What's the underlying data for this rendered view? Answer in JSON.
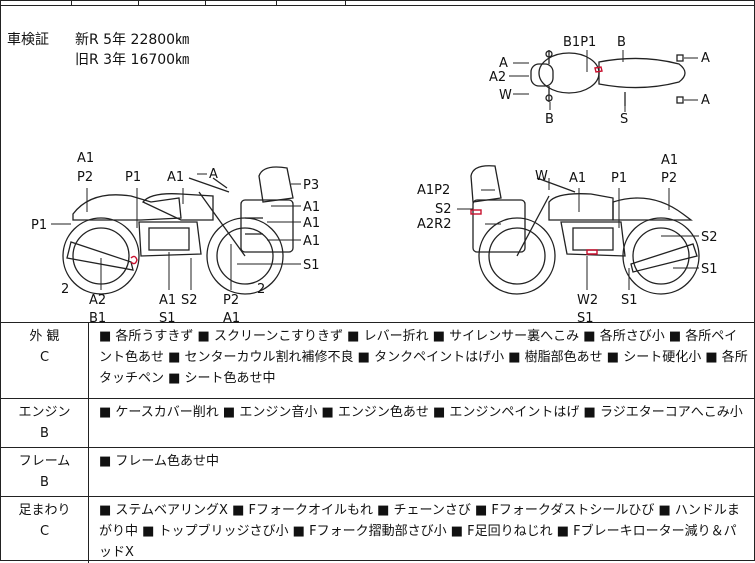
{
  "registration": {
    "label": "車検証",
    "line1": "新R 5年 22800㎞",
    "line2": "旧R 3年 16700㎞"
  },
  "top_view_labels": [
    "A",
    "A2",
    "W",
    "B1P1",
    "B",
    "A",
    "A",
    "B",
    "S"
  ],
  "left_view_labels": [
    "A1",
    "P2",
    "P1",
    "A1",
    "A",
    "P3",
    "P1",
    "A1",
    "A1",
    "A1",
    "S1",
    "2",
    "2",
    "A2",
    "B1",
    "A1",
    "S1",
    "S2",
    "P2",
    "A1"
  ],
  "right_view_labels": [
    "A1P2",
    "S2",
    "A2R2",
    "W",
    "A1",
    "P1",
    "A1",
    "P2",
    "S2",
    "S1",
    "W2",
    "S1",
    "S1"
  ],
  "sections": [
    {
      "name": "外 観",
      "grade": "C",
      "text": "■ 各所うすきず ■ スクリーンこすりきず ■ レバー折れ ■ サイレンサー裏へこみ ■ 各所さび小 ■ 各所ペイント色あせ ■ センターカウル割れ補修不良 ■ タンクペイントはげ小 ■ 樹脂部色あせ ■ シート硬化小 ■ 各所タッチペン ■ シート色あせ中"
    },
    {
      "name": "エンジン",
      "grade": "B",
      "text": "■ ケースカバー削れ ■ エンジン音小 ■ エンジン色あせ ■ エンジンペイントはげ ■ ラジエターコアへこみ小"
    },
    {
      "name": "フレーム",
      "grade": "B",
      "text": "■ フレーム色あせ中"
    },
    {
      "name": "足まわり",
      "grade": "C",
      "text": "■ ステムベアリングX ■ Fフォークオイルもれ ■ チェーンさび ■ Fフォークダストシールひび ■ ハンドルまがり中 ■ トップブリッジさび小 ■ Fフォーク摺動部さび小 ■ F足回りねじれ ■ Fブレーキローター減り＆パッドX"
    }
  ],
  "colors": {
    "line": "#222222",
    "damage_mark": "#c8102e"
  }
}
